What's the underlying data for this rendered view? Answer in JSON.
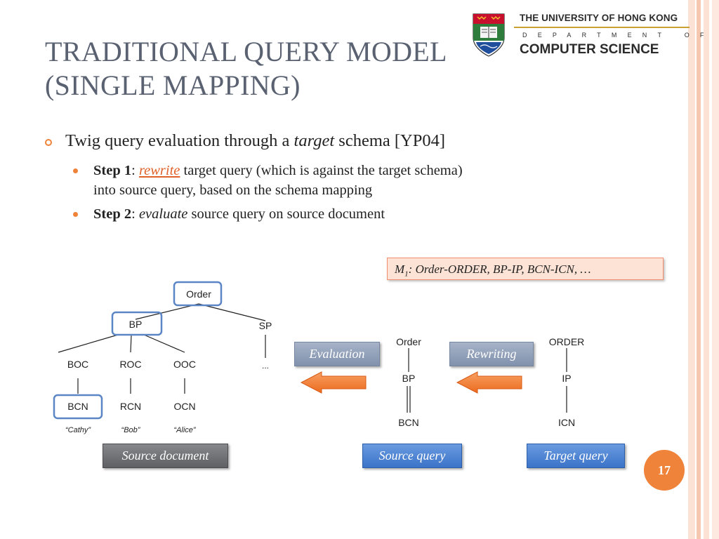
{
  "title": {
    "line1": "TRADITIONAL QUERY MODEL",
    "line2": "(SINGLE MAPPING)"
  },
  "header_logo": {
    "university": "THE UNIVERSITY OF HONG KONG",
    "department": "DEPARTMENT OF",
    "unit": "COMPUTER SCIENCE"
  },
  "bullets": {
    "main": {
      "pre": "Twig query evaluation through a ",
      "emph": "target",
      "post": " schema [YP04]"
    },
    "step1": {
      "label": "Step 1",
      "colon": ": ",
      "link": "rewrite",
      "rest": " target query (which is against the target schema)",
      "line2": "into source query, based on the schema mapping"
    },
    "step2": {
      "label": "Step 2",
      "colon": ": ",
      "emph": "evaluate",
      "rest": " source query on source document"
    }
  },
  "mapping": {
    "m": "M",
    "sub": "1",
    "text": ": Order-ORDER, BP-IP, BCN-ICN, …"
  },
  "source_tree": {
    "root": "Order",
    "level1": [
      "BP",
      "SP"
    ],
    "level2": [
      "BOC",
      "ROC",
      "OOC",
      "..."
    ],
    "level3": [
      "BCN",
      "RCN",
      "OCN"
    ],
    "values": [
      "“Cathy”",
      "“Bob”",
      "“Alice”"
    ]
  },
  "source_query": {
    "nodes": [
      "Order",
      "BP",
      "BCN"
    ]
  },
  "target_query": {
    "nodes": [
      "ORDER",
      "IP",
      "ICN"
    ]
  },
  "labels": {
    "evaluation": "Evaluation",
    "rewriting": "Rewriting",
    "source_document": "Source document",
    "source_query": "Source query",
    "target_query": "Target query"
  },
  "page_number": "17",
  "colors": {
    "accent_orange": "#f0833a",
    "title_gray": "#5a6272",
    "highlight_blue": "#5b86c5"
  }
}
